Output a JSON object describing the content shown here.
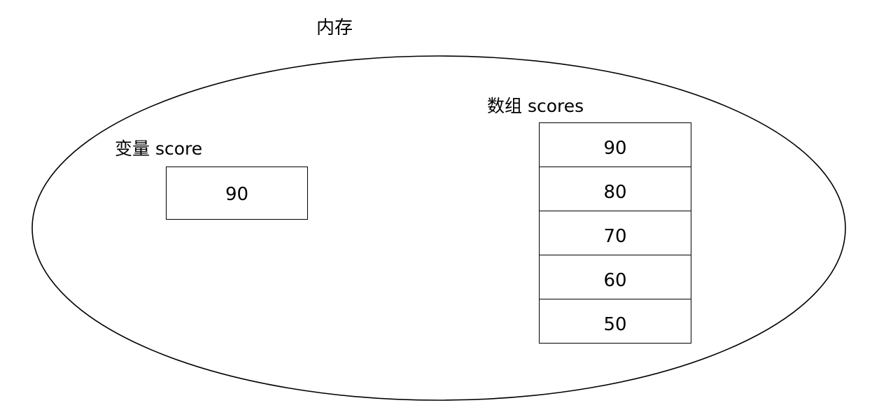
{
  "diagram": {
    "title": "内存",
    "background_color": "#ffffff",
    "stroke_color": "#000000",
    "container_shape": "ellipse",
    "variable": {
      "label": "变量 score",
      "value": "90"
    },
    "array": {
      "label": "数组 scores",
      "cells": [
        {
          "value": "90"
        },
        {
          "value": "80"
        },
        {
          "value": "70"
        },
        {
          "value": "60"
        },
        {
          "value": "50"
        }
      ]
    }
  }
}
